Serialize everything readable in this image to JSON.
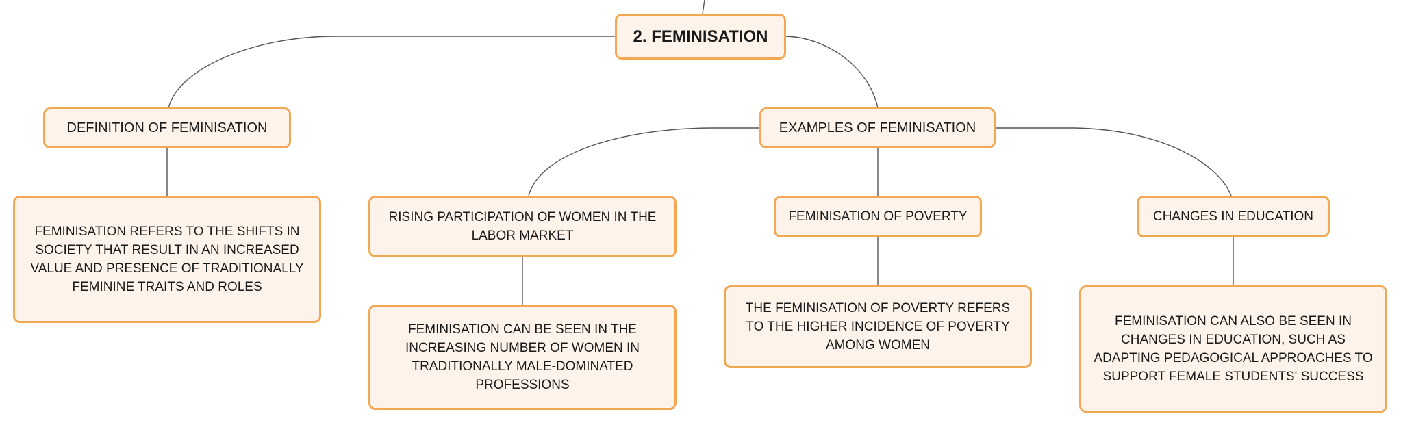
{
  "root": {
    "label": "2. FEMINISATION"
  },
  "definition": {
    "label": "DEFINITION OF FEMINISATION",
    "detail": "FEMINISATION REFERS TO THE SHIFTS IN SOCIETY THAT RESULT IN AN INCREASED VALUE AND PRESENCE OF TRADITIONALLY FEMININE TRAITS AND ROLES"
  },
  "examples": {
    "label": "EXAMPLES OF FEMINISATION",
    "items": [
      {
        "label": "RISING PARTICIPATION OF WOMEN IN THE LABOR MARKET",
        "detail": "FEMINISATION CAN BE SEEN IN THE INCREASING NUMBER OF WOMEN IN TRADITIONALLY MALE-DOMINATED PROFESSIONS"
      },
      {
        "label": "FEMINISATION OF POVERTY",
        "detail": "THE FEMINISATION OF POVERTY REFERS TO THE HIGHER INCIDENCE OF POVERTY AMONG WOMEN"
      },
      {
        "label": "CHANGES IN EDUCATION",
        "detail": "FEMINISATION CAN ALSO BE SEEN IN CHANGES IN EDUCATION, SUCH AS ADAPTING PEDAGOGICAL APPROACHES TO SUPPORT FEMALE STUDENTS' SUCCESS"
      }
    ]
  },
  "colors": {
    "node_fill": "#fdf3ea",
    "node_border": "#f2a852",
    "connector": "#555555"
  }
}
